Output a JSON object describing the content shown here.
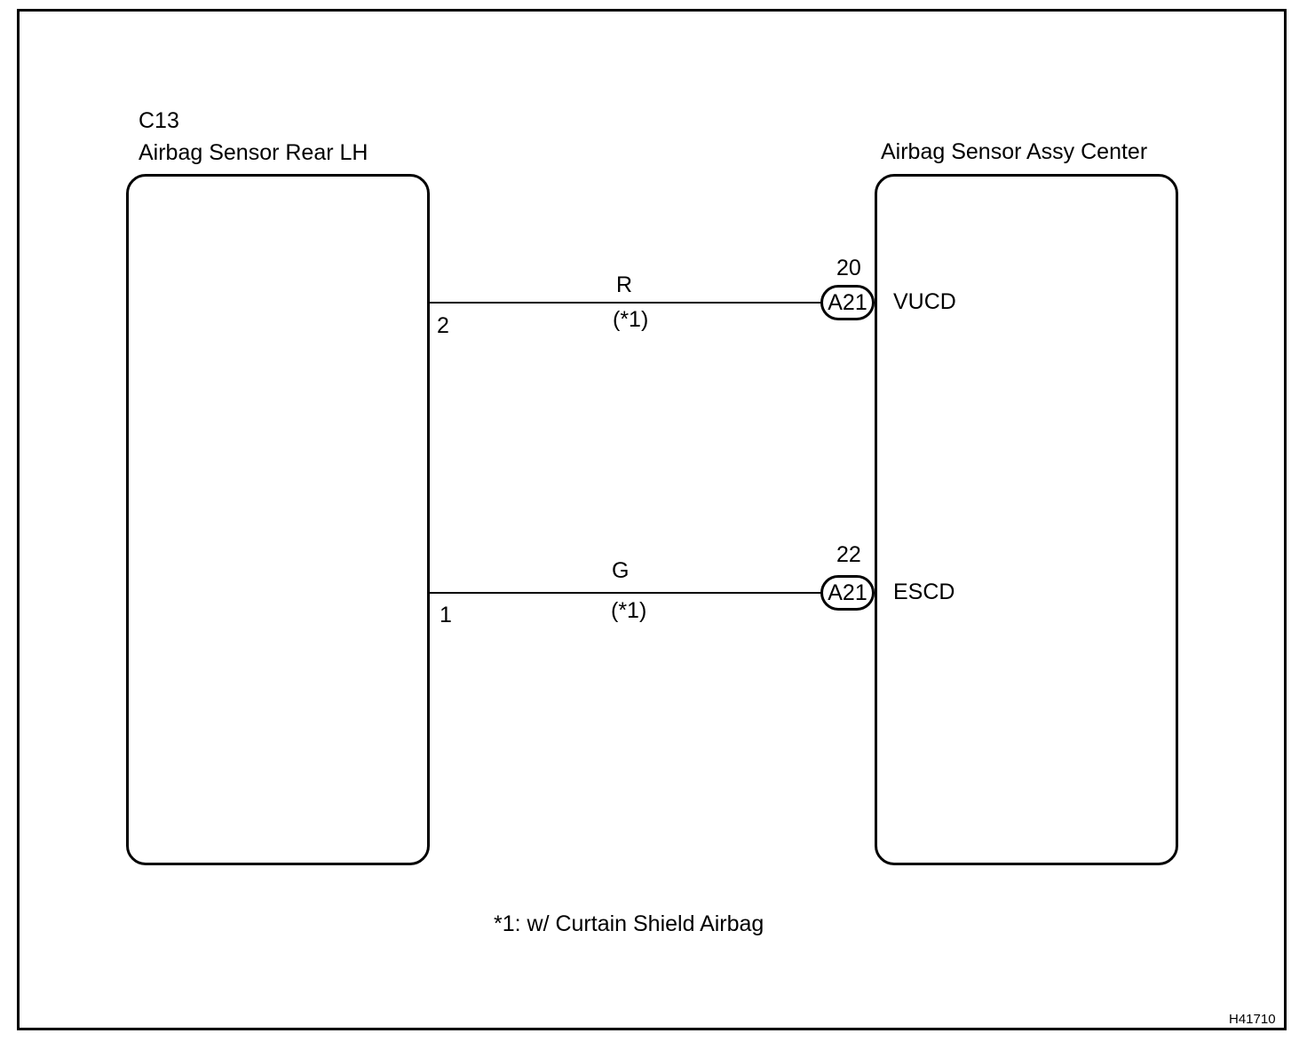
{
  "left_component": {
    "code": "C13",
    "name": "Airbag Sensor Rear LH",
    "pins": [
      "2",
      "1"
    ]
  },
  "right_component": {
    "name": "Airbag Sensor Assy Center",
    "terminals": [
      {
        "pin": "20",
        "connector": "A21",
        "signal": "VUCD"
      },
      {
        "pin": "22",
        "connector": "A21",
        "signal": "ESCD"
      }
    ]
  },
  "wires": [
    {
      "color": "R",
      "note": "(*1)"
    },
    {
      "color": "G",
      "note": "(*1)"
    }
  ],
  "footnote": "*1: w/ Curtain Shield Airbag",
  "figure_id": "H41710"
}
